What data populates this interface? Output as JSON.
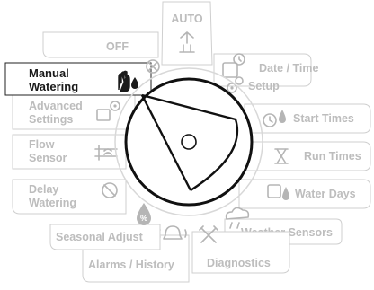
{
  "dial": {
    "positions": [
      {
        "id": "auto",
        "label": "AUTO",
        "icon": "sprinkler-icon"
      },
      {
        "id": "date-time",
        "label": "Date / Time",
        "icon": "calendar-clock-icon"
      },
      {
        "id": "setup",
        "label": "Setup",
        "icon": "gears-icon"
      },
      {
        "id": "start-times",
        "label": "Start Times",
        "icon": "clock-drop-icon"
      },
      {
        "id": "run-times",
        "label": "Run Times",
        "icon": "hourglass-icon"
      },
      {
        "id": "water-days",
        "label": "Water Days",
        "icon": "calendar-drop-icon"
      },
      {
        "id": "weather-sensors",
        "label": "Weather Sensors",
        "icon": "cloud-rain-icon"
      },
      {
        "id": "diagnostics",
        "label": "Diagnostics",
        "icon": "tools-icon"
      },
      {
        "id": "alarms-history",
        "label": "Alarms / History",
        "icon": "alarm-bell-icon"
      },
      {
        "id": "seasonal-adjust",
        "label": "Seasonal Adjust",
        "icon": "percent-drop-icon"
      },
      {
        "id": "delay-watering",
        "label": "Delay Watering",
        "icon": "no-water-icon"
      },
      {
        "id": "flow-sensor",
        "label": "Flow Sensor",
        "icon": "flow-pipe-icon"
      },
      {
        "id": "advanced-settings",
        "label": "Advanced Settings",
        "icon": "controller-gear-icon"
      },
      {
        "id": "manual-watering",
        "label": "Manual Watering",
        "icon": "hand-drop-icon"
      },
      {
        "id": "off",
        "label": "OFF",
        "icon": "off-x-icon"
      }
    ],
    "selected": "manual-watering",
    "colors": {
      "active_text": "#1a1a1a",
      "inactive_text": "#bdbdbd",
      "knob_outline": "#111111"
    }
  }
}
